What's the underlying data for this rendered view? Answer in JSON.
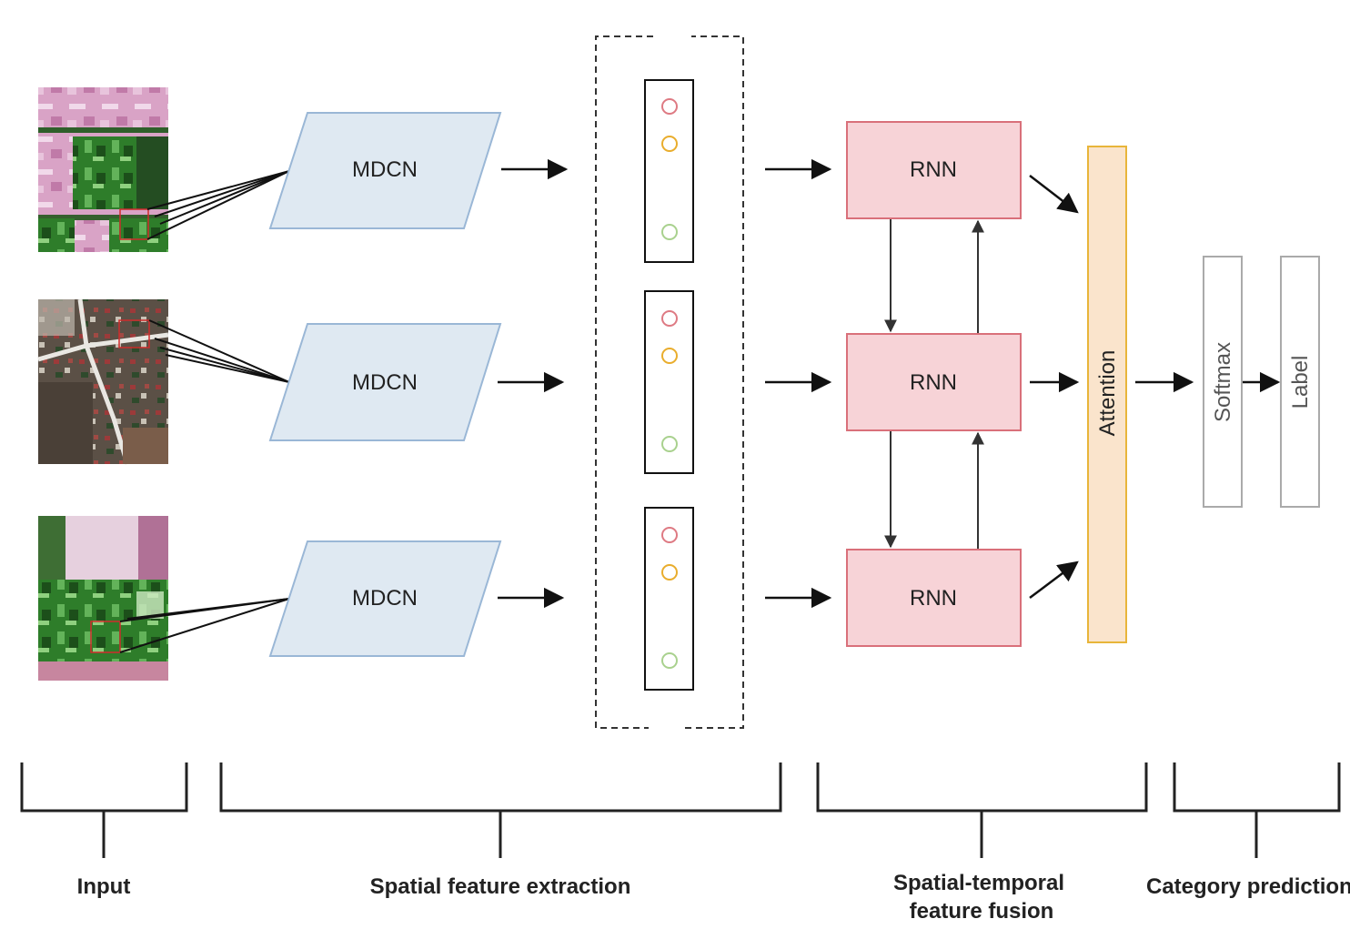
{
  "colors": {
    "mdcn_fill": "#dfe9f2",
    "mdcn_stroke": "#9ab7d6",
    "rnn_fill": "#f7d3d7",
    "rnn_stroke": "#d9707a",
    "attention_fill": "#fae4cc",
    "attention_stroke": "#e8b53a",
    "gray_box_stroke": "#aaaaaa",
    "dot_red": "#de7a83",
    "dot_orange": "#e9ad2d",
    "dot_green": "#a9d18e"
  },
  "inputs": [
    {
      "icon": "satellite-image-field-pink-green"
    },
    {
      "icon": "satellite-image-village-road"
    },
    {
      "icon": "satellite-image-field-green-stripe"
    }
  ],
  "mdcn": [
    "MDCN",
    "MDCN",
    "MDCN"
  ],
  "rnn": [
    "RNN",
    "RNN",
    "RNN"
  ],
  "attention": "Attention",
  "softmax": "Softmax",
  "label": "Label",
  "stages": {
    "input": "Input",
    "spatial": "Spatial feature extraction",
    "fusion_line1": "Spatial-temporal",
    "fusion_line2": "feature fusion",
    "category": "Category prediction"
  }
}
